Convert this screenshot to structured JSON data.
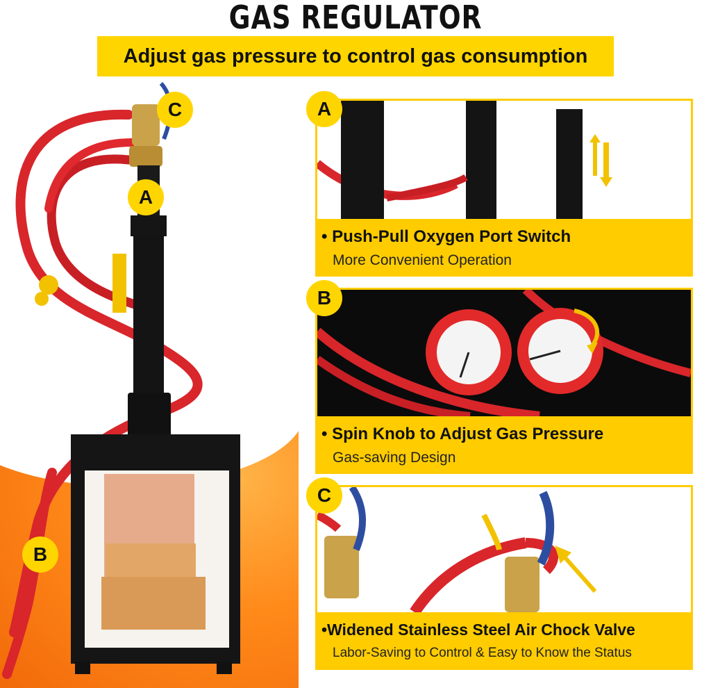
{
  "title": "GAS REGULATOR",
  "subtitle": "Adjust gas pressure to control gas consumption",
  "product_labels": {
    "a": "A",
    "b": "B",
    "c": "C"
  },
  "panels": [
    {
      "badge": "A",
      "heading": "• Push-Pull Oxygen Port Switch",
      "subtext": "More Convenient Operation"
    },
    {
      "badge": "B",
      "heading": "• Spin Knob to Adjust Gas Pressure",
      "subtext": "Gas-saving Design"
    },
    {
      "badge": "C",
      "heading": "•Widened Stainless Steel Air Chock Valve",
      "subtext": "Labor-Saving to Control & Easy to Know the Status"
    }
  ],
  "colors": {
    "accent_yellow": "#ffcc00",
    "badge_yellow": "#ffd500",
    "hose_red": "#d8262b",
    "floor_orange": "#ff8a1a",
    "body_black": "#141414",
    "brass": "#c9a24a"
  }
}
